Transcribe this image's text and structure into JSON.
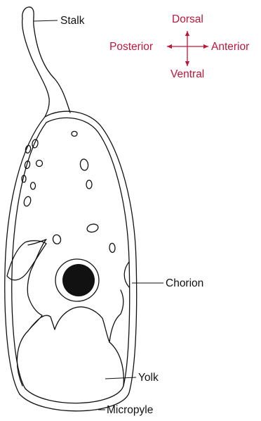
{
  "labels": {
    "stalk": "Stalk",
    "chorion": "Chorion",
    "yolk": "Yolk",
    "micropyle": "Micropyle"
  },
  "orientation": {
    "dorsal": "Dorsal",
    "ventral": "Ventral",
    "posterior": "Posterior",
    "anterior": "Anterior",
    "color": "#c0163a"
  },
  "colors": {
    "line": "#111111",
    "nucleus_fill": "#111111",
    "background": "#ffffff"
  }
}
